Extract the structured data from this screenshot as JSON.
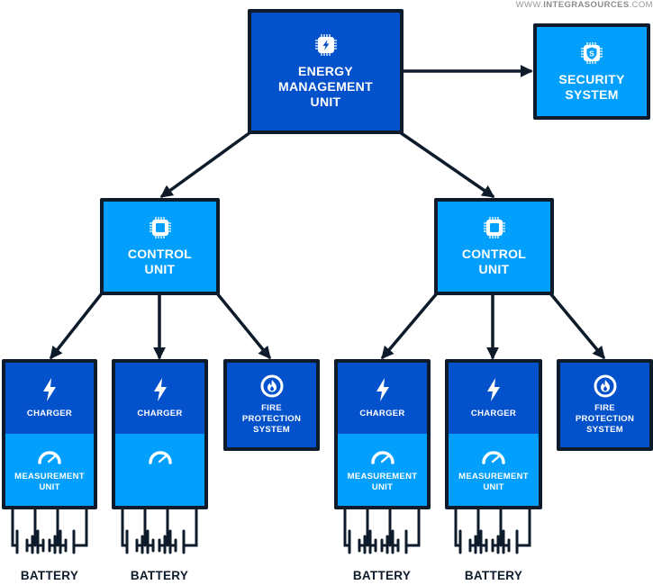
{
  "watermark": {
    "prefix": "WWW.",
    "brand": "INTEGRASOURCES",
    "suffix": ".COM"
  },
  "colors": {
    "dark_blue": "#0451cc",
    "light_blue": "#039ffc",
    "outline": "#0d1b2a"
  },
  "energy_management_unit": {
    "icon": "chip-lightning-icon",
    "lines": [
      "ENERGY",
      "MANAGEMENT",
      "UNIT"
    ]
  },
  "security_system": {
    "icon": "chip-shield-icon",
    "lines": [
      "SECURITY",
      "SYSTEM"
    ]
  },
  "control_units": [
    {
      "icon": "chip-icon",
      "lines": [
        "CONTROL",
        "UNIT"
      ]
    },
    {
      "icon": "chip-icon",
      "lines": [
        "CONTROL",
        "UNIT"
      ]
    }
  ],
  "modules": [
    {
      "charger": "CHARGER",
      "measurement": [
        "MEASUREMENT",
        "UNIT"
      ],
      "battery": "BATTERY"
    },
    {
      "charger": "CHARGER",
      "measurement": [],
      "battery": "BATTERY"
    },
    {
      "charger": "CHARGER",
      "measurement": [
        "MEASUREMENT",
        "UNIT"
      ],
      "battery": "BATTERY"
    },
    {
      "charger": "CHARGER",
      "measurement": [
        "MEASUREMENT",
        "UNIT"
      ],
      "battery": "BATTERY"
    }
  ],
  "fire_protection": [
    {
      "icon": "fire-icon",
      "lines": [
        "FIRE",
        "PROTECTION",
        "SYSTEM"
      ]
    },
    {
      "icon": "fire-icon",
      "lines": [
        "FIRE",
        "PROTECTION",
        "SYSTEM"
      ]
    }
  ]
}
